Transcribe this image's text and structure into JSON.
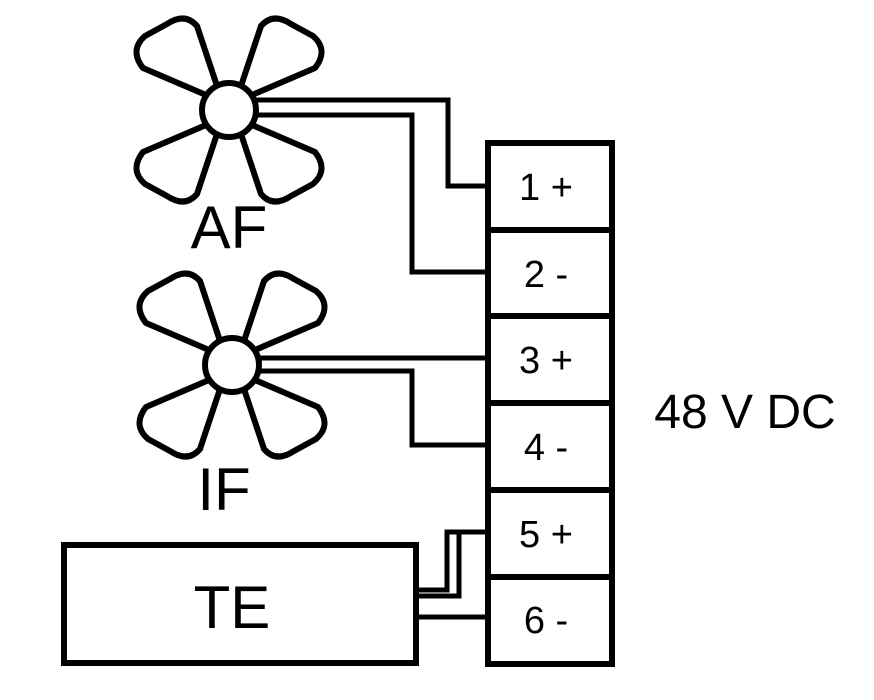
{
  "fans": [
    {
      "label": "AF"
    },
    {
      "label": "IF"
    }
  ],
  "te_box": {
    "label": "TE"
  },
  "terminal_block": {
    "terminals": [
      {
        "label": "1 +"
      },
      {
        "label": "2 -"
      },
      {
        "label": "3 +"
      },
      {
        "label": "4 -"
      },
      {
        "label": "5 +"
      },
      {
        "label": "6 -"
      }
    ],
    "supply_label": "48 V DC"
  },
  "colors": {
    "stroke": "#000000",
    "background": "#ffffff"
  }
}
